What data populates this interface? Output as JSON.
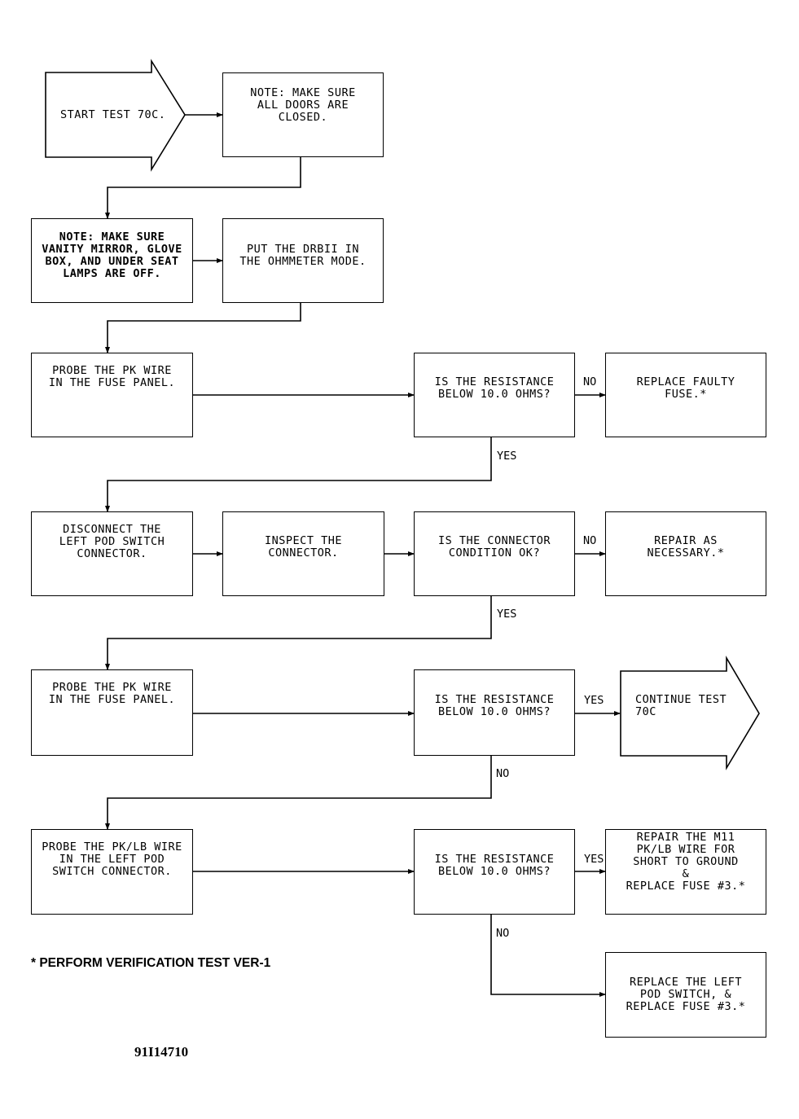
{
  "start": "START TEST 70C.",
  "nodes": {
    "note_doors": "NOTE: MAKE SURE\nALL DOORS ARE\nCLOSED.",
    "note_lamps": "NOTE: MAKE SURE\nVANITY MIRROR, GLOVE\nBOX, AND UNDER SEAT\nLAMPS ARE OFF.",
    "drbii": "PUT THE DRBII IN\nTHE OHMMETER MODE.",
    "probe1": "PROBE THE PK WIRE\nIN THE FUSE PANEL.",
    "q1": "IS THE RESISTANCE\nBELOW 10.0 OHMS?",
    "replace_fuse": "REPLACE FAULTY\nFUSE.*",
    "disconnect": "DISCONNECT THE\nLEFT POD SWITCH\nCONNECTOR.",
    "inspect": "INSPECT THE\nCONNECTOR.",
    "q2": "IS THE CONNECTOR\nCONDITION OK?",
    "repair": "REPAIR AS\nNECESSARY.*",
    "probe2": "PROBE THE PK WIRE\nIN THE FUSE PANEL.",
    "q3": "IS THE RESISTANCE\nBELOW 10.0 OHMS?",
    "probe3": "PROBE THE PK/LB WIRE\nIN THE LEFT POD\nSWITCH CONNECTOR.",
    "q4": "IS THE RESISTANCE\nBELOW 10.0 OHMS?",
    "repair_m11": "REPAIR THE M11\nPK/LB WIRE FOR\nSHORT TO GROUND\n&\nREPLACE FUSE #3.*",
    "replace_pod": "REPLACE THE LEFT\nPOD SWITCH, &\nREPLACE FUSE #3.*"
  },
  "continue": "CONTINUE TEST\n70C",
  "labels": {
    "q1_no": "NO",
    "q1_yes": "YES",
    "q2_no": "NO",
    "q2_yes": "YES",
    "q3_yes": "YES",
    "q3_no": "NO",
    "q4_yes": "YES",
    "q4_no": "NO"
  },
  "footnote": "* PERFORM VERIFICATION TEST VER-1",
  "figure_id": "91I14710"
}
